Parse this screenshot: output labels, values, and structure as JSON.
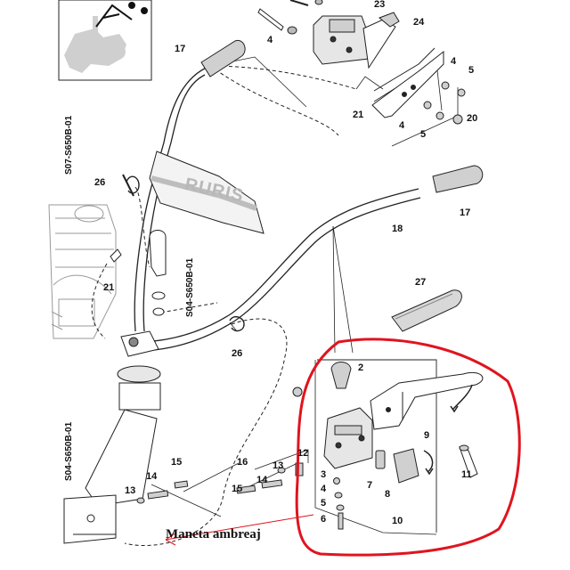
{
  "brand": "RURIS",
  "callouts": [
    "2",
    "3",
    "4",
    "5",
    "6",
    "7",
    "8",
    "9",
    "10",
    "11",
    "12",
    "13",
    "14",
    "15",
    "16",
    "17",
    "18",
    "20",
    "21",
    "23",
    "24",
    "26",
    "27"
  ],
  "section_codes": [
    "S07-S650B-01",
    "S04-S650B-01",
    "S04-S650B-01"
  ],
  "caption": "Maneta ambreaj",
  "colors": {
    "highlight_outline": "#e0141e",
    "line_art": "#222222",
    "tube_fill": "#ffffff",
    "grip_fill": "#d0d0d0"
  }
}
